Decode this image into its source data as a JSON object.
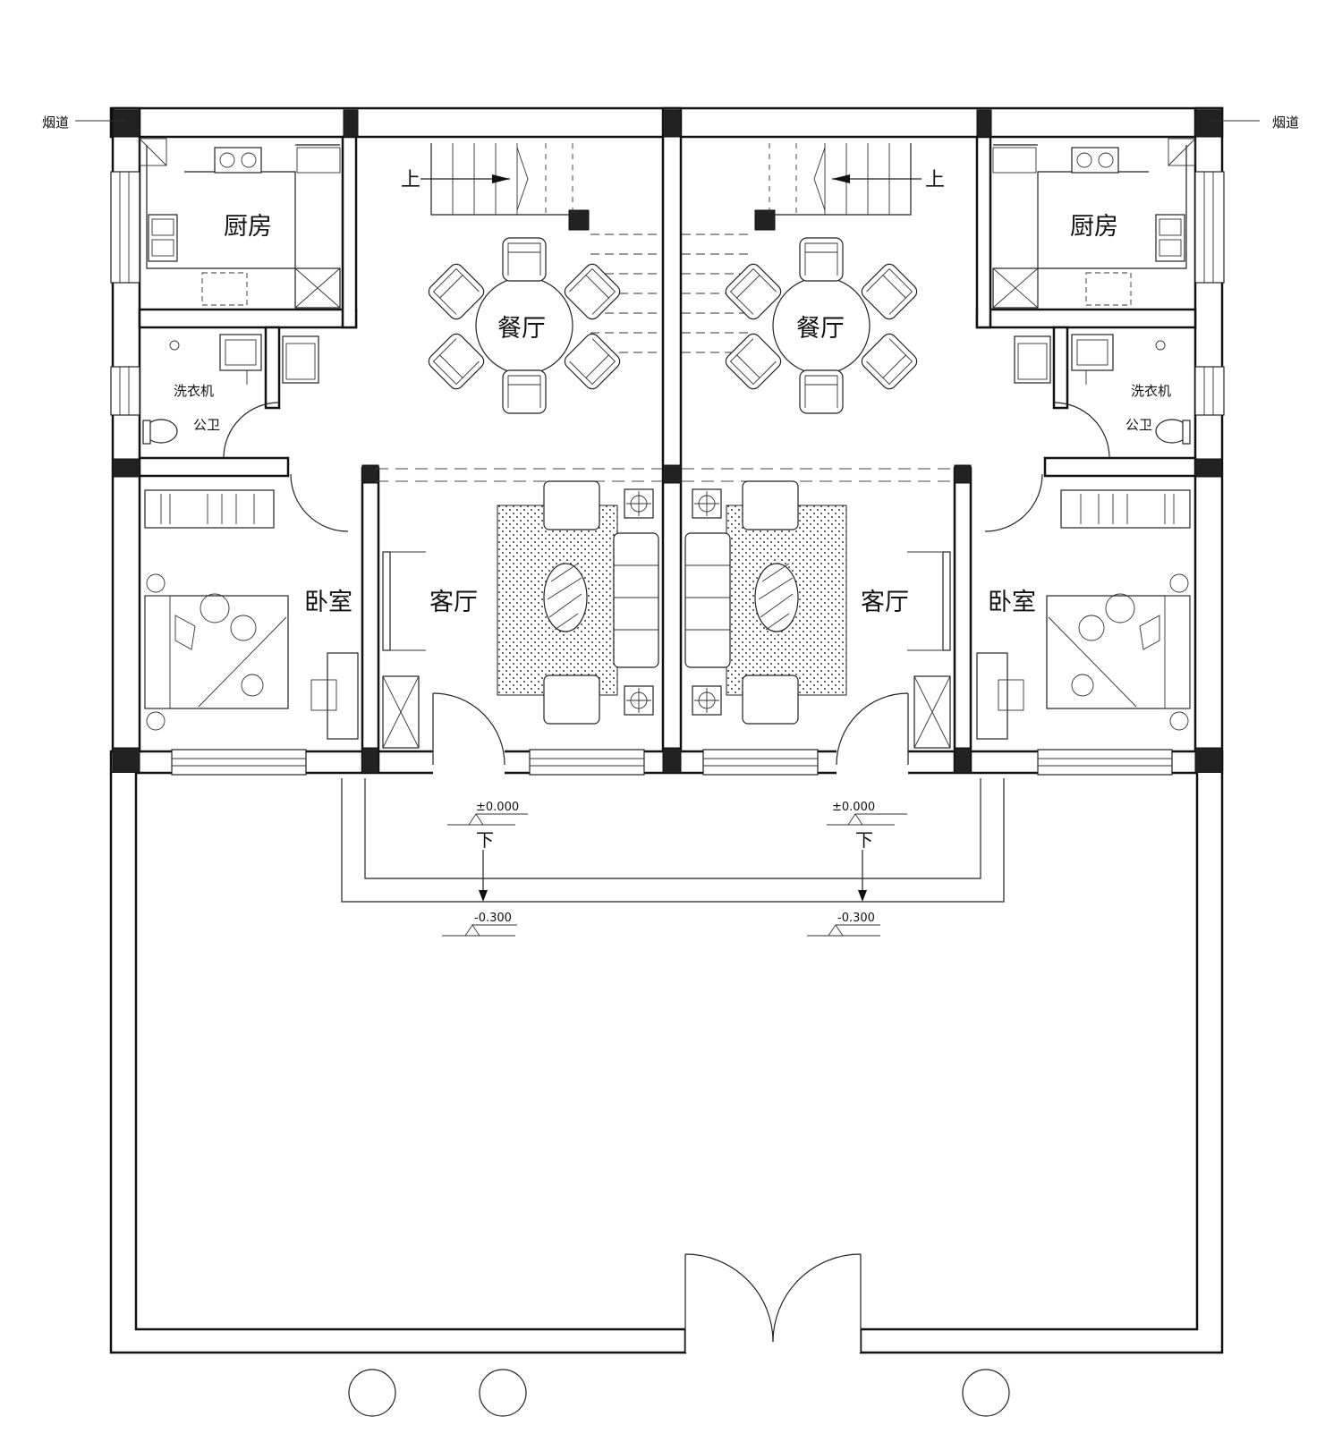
{
  "labels": {
    "flue": "烟道",
    "kitchen": "厨房",
    "dining": "餐厅",
    "washer": "洗衣机",
    "public_wc": "公卫",
    "bedroom": "卧室",
    "living": "客厅",
    "stair_up": "上",
    "stair_down": "下",
    "level_floor": "±0.000",
    "level_yard": "-0.300"
  },
  "colors": {
    "line": "#111111",
    "column_fill": "#222222",
    "background": "#ffffff"
  }
}
